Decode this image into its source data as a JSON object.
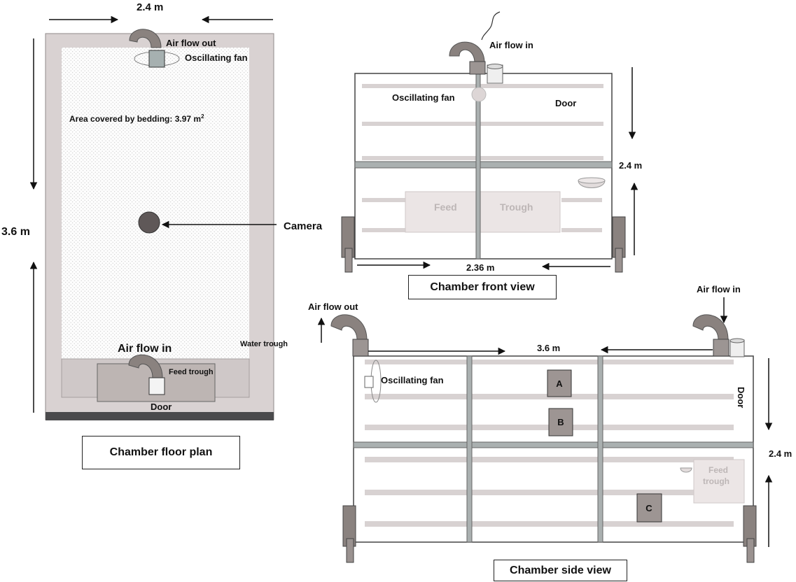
{
  "floor_plan": {
    "width_label": "2.4 m",
    "length_label": "3.6 m",
    "air_out_label": "Air flow out",
    "fan_label": "Oscillating fan",
    "bedding_label_main": "Area covered by bedding: 3.97 m",
    "bedding_label_sup": "2",
    "camera_label": "Camera",
    "air_in_label": "Air flow in",
    "water_label": "Water trough",
    "feed_label": "Feed trough",
    "door_label": "Door",
    "caption": "Chamber floor plan"
  },
  "front_view": {
    "air_in_label": "Air flow in",
    "fan_label": "Oscillating fan",
    "door_label": "Door",
    "height_label": "2.4 m",
    "feed_word": "Feed",
    "trough_word": "Trough",
    "width_label": "2.36 m",
    "caption": "Chamber front view"
  },
  "side_view": {
    "air_out_label": "Air flow out",
    "air_in_label": "Air flow in",
    "length_label": "3.6 m",
    "fan_label": "Oscillating fan",
    "door_label": "Door",
    "height_label": "2.4 m",
    "feed_line1": "Feed",
    "feed_line2": "trough",
    "box_a": "A",
    "box_b": "B",
    "box_c": "C",
    "caption": "Chamber side view"
  },
  "colors": {
    "wall": "#d9d2d2",
    "wall_stroke": "#8f8a8a",
    "duct": "#8a827f",
    "bar": "#aab0b0",
    "floor_dark": "#4a4a4c",
    "shelf": "#d8d2d2"
  }
}
